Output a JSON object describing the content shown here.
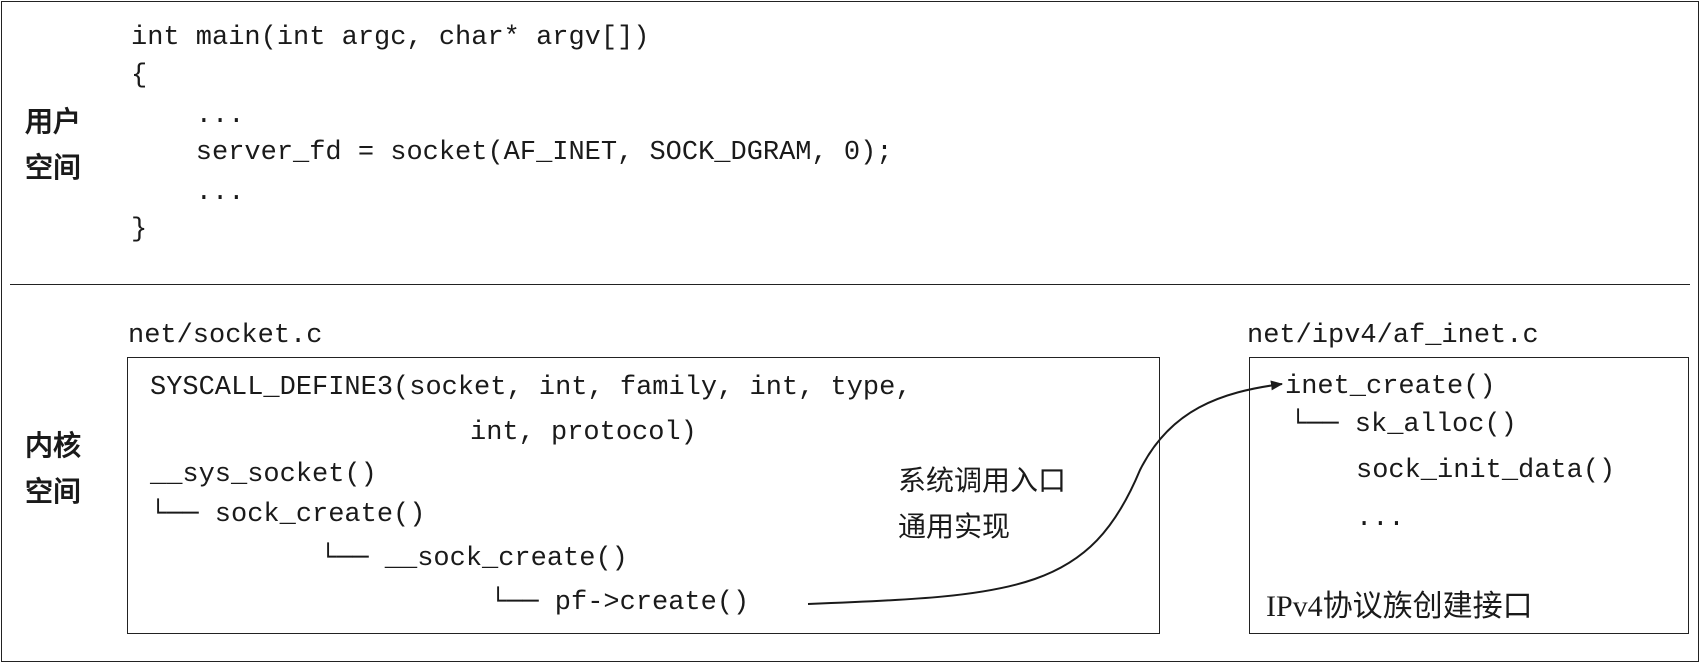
{
  "user_space": {
    "label_line1": "用户",
    "label_line2": "空间",
    "code_lines": [
      "int main(int argc, char* argv[])",
      "{",
      "    ...",
      "    server_fd = socket(AF_INET, SOCK_DGRAM, 0);",
      "    ...",
      "}"
    ]
  },
  "kernel_space": {
    "label_line1": "内核",
    "label_line2": "空间",
    "socket_file": {
      "path": "net/socket.c",
      "syscall_line1": "SYSCALL_DEFINE3(socket, int, family, int, type,",
      "syscall_line2": "int, protocol)",
      "sys_socket": "__sys_socket()",
      "sock_create": "└── sock_create()",
      "__sock_create": "└── __sock_create()",
      "pf_create": "└── pf->create()",
      "annotation_line1": "系统调用入口",
      "annotation_line2": "通用实现"
    },
    "inet_file": {
      "path": "net/ipv4/af_inet.c",
      "inet_create": "inet_create()",
      "sk_alloc": "└── sk_alloc()",
      "sock_init_data": "sock_init_data()",
      "ellipsis": "...",
      "annotation": "IPv4协议族创建接口"
    }
  },
  "colors": {
    "ink": "#1a1a1a",
    "background": "#ffffff"
  }
}
